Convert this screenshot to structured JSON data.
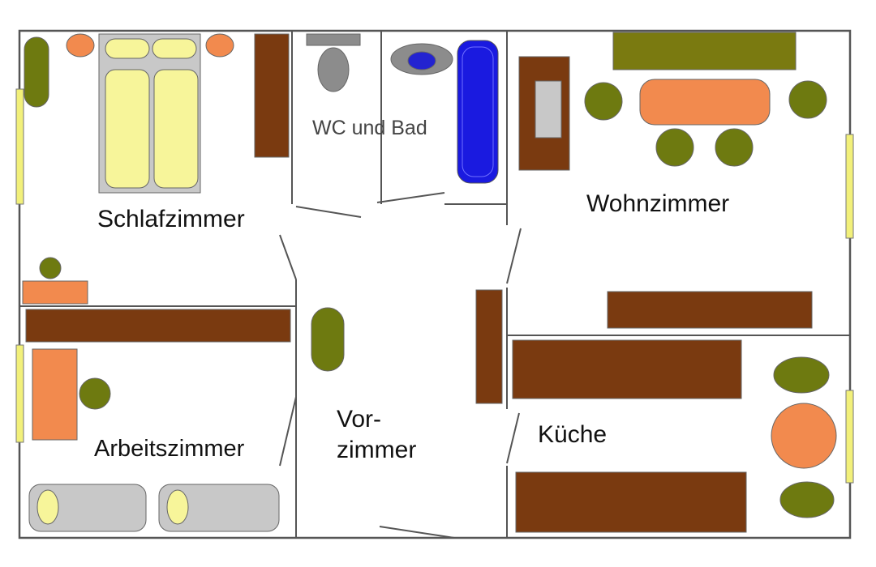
{
  "rooms": {
    "bedroom": "Schlafzimmer",
    "bathroom": "WC und Bad",
    "living_room": "Wohnzimmer",
    "study": "Arbeitszimmer",
    "hallway_line1": "Vor-",
    "hallway_line2": "zimmer",
    "kitchen": "Küche"
  },
  "colors": {
    "wall": "#555555",
    "window": "#f2f07a",
    "bed": "#f7f59a",
    "bed_frame": "#c8c8c8",
    "wood": "#7a3a10",
    "plant": "#6e7a10",
    "orange": "#f28a4e",
    "grey": "#8c8c8c",
    "tub": "#1a1ae0",
    "sink": "#2323d0"
  }
}
